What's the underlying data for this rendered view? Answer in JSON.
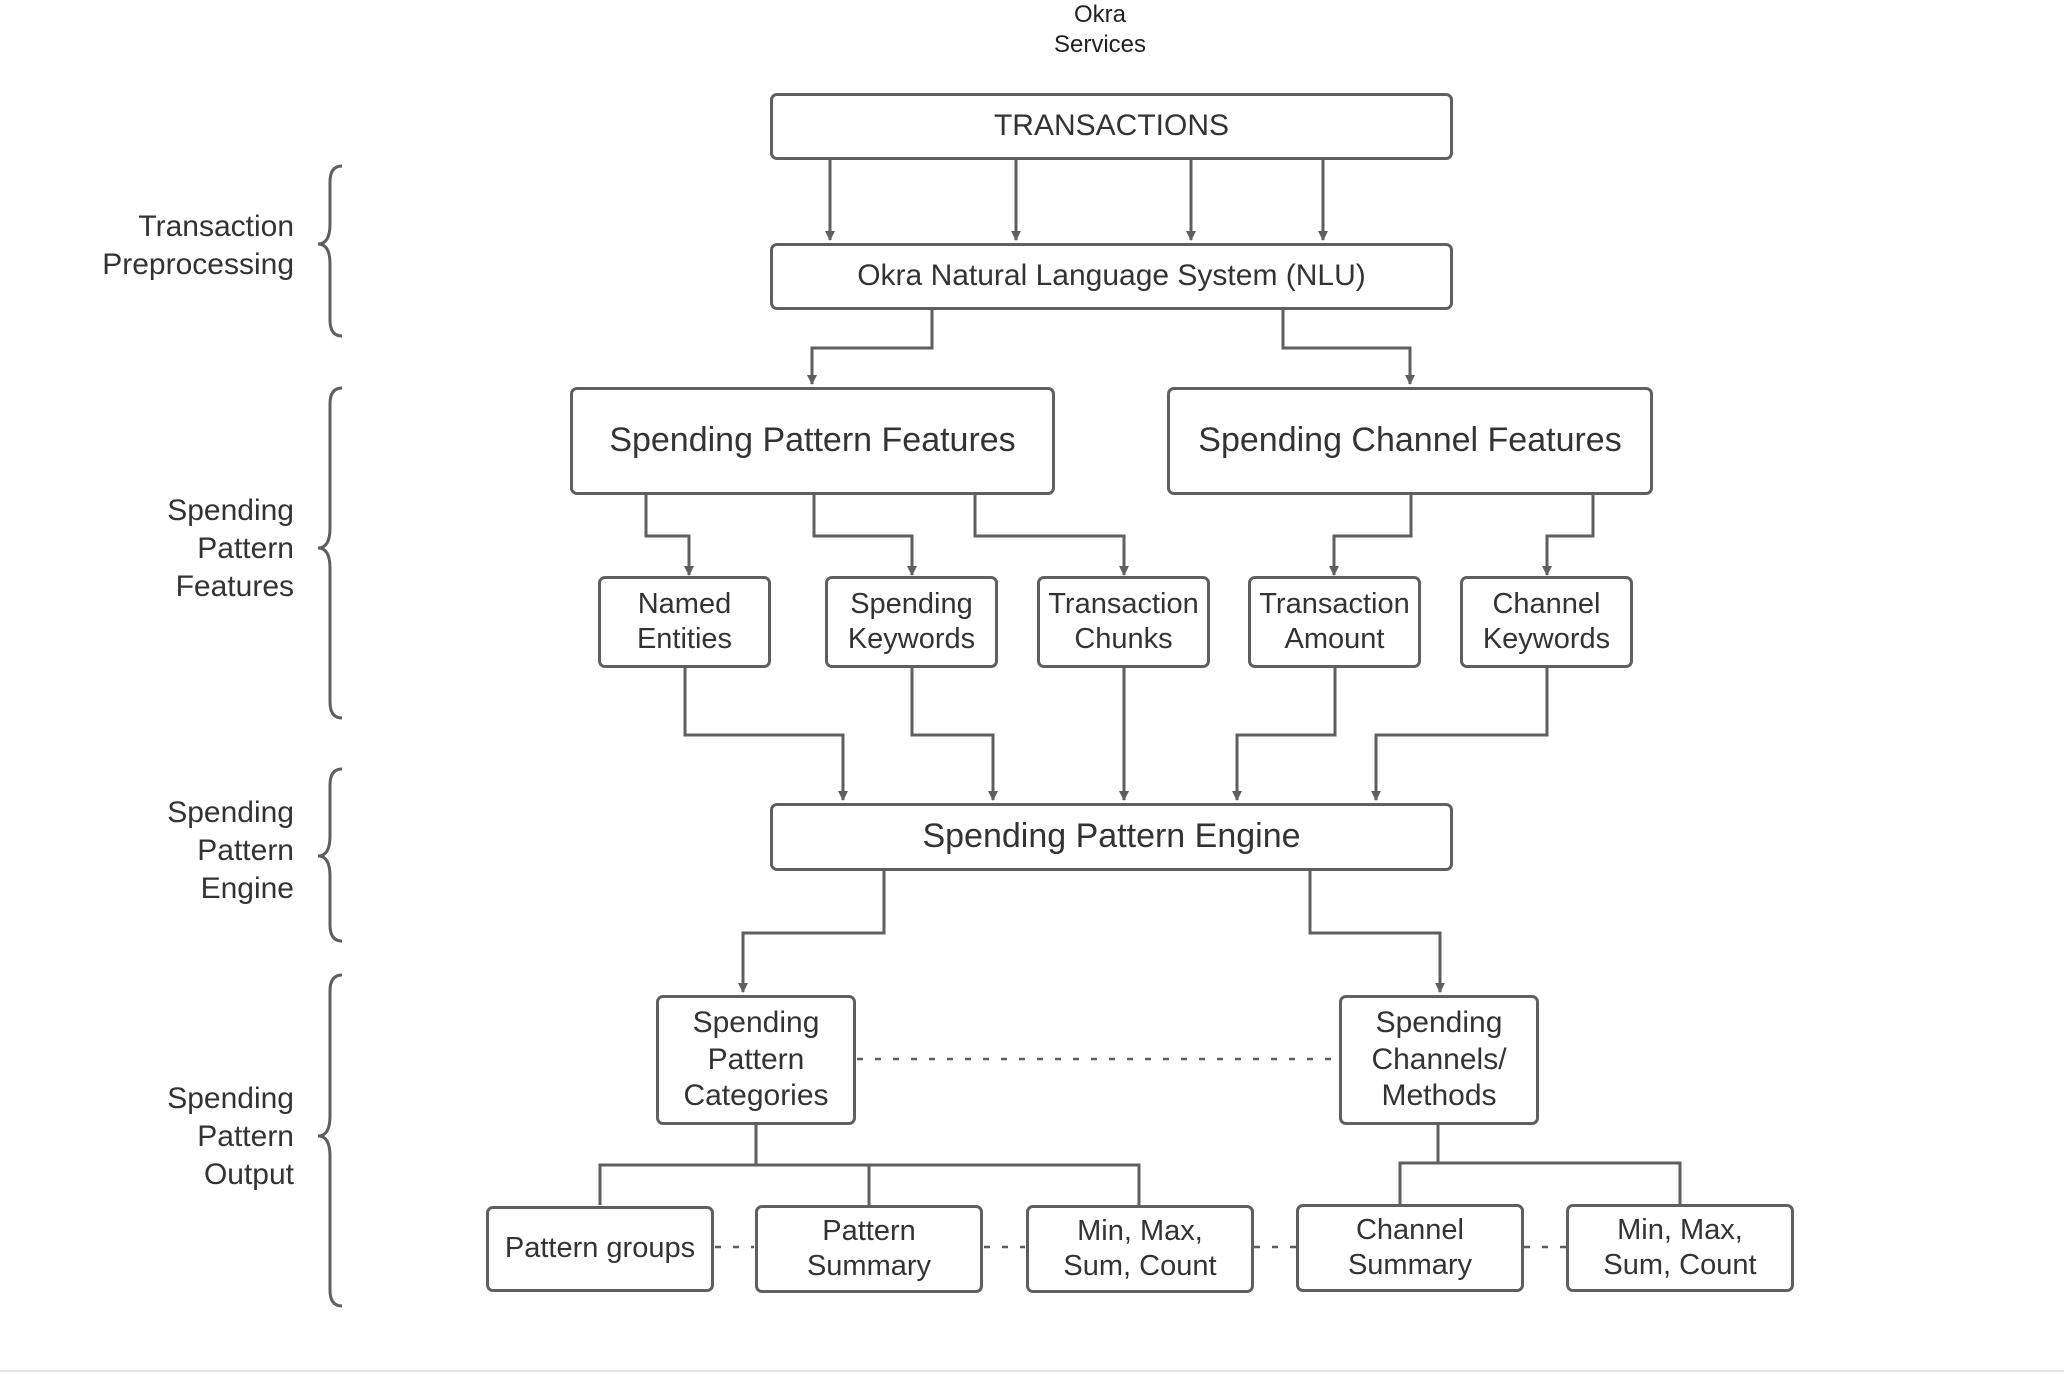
{
  "title": "Okra\nServices",
  "sections": {
    "preprocessing": "Transaction\nPreprocessing",
    "features": "Spending\nPattern\nFeatures",
    "engine": "Spending\nPattern\nEngine",
    "output": "Spending\nPattern\nOutput"
  },
  "nodes": {
    "transactions": "TRANSACTIONS",
    "nlu": "Okra Natural Language System (NLU)",
    "pattern_features": "Spending Pattern Features",
    "channel_features": "Spending Channel Features",
    "named_entities": "Named\nEntities",
    "spending_keywords": "Spending\nKeywords",
    "transaction_chunks": "Transaction\nChunks",
    "transaction_amount": "Transaction\nAmount",
    "channel_keywords": "Channel\nKeywords",
    "engine": "Spending Pattern Engine",
    "pattern_categories": "Spending\nPattern\nCategories",
    "channels_methods": "Spending\nChannels/\nMethods",
    "pattern_groups": "Pattern groups",
    "pattern_summary": "Pattern\nSummary",
    "min_max_1": "Min, Max,\nSum, Count",
    "channel_summary": "Channel\nSummary",
    "min_max_2": "Min, Max,\nSum, Count"
  },
  "colors": {
    "line": "#5f5f5f",
    "text": "#333333"
  }
}
